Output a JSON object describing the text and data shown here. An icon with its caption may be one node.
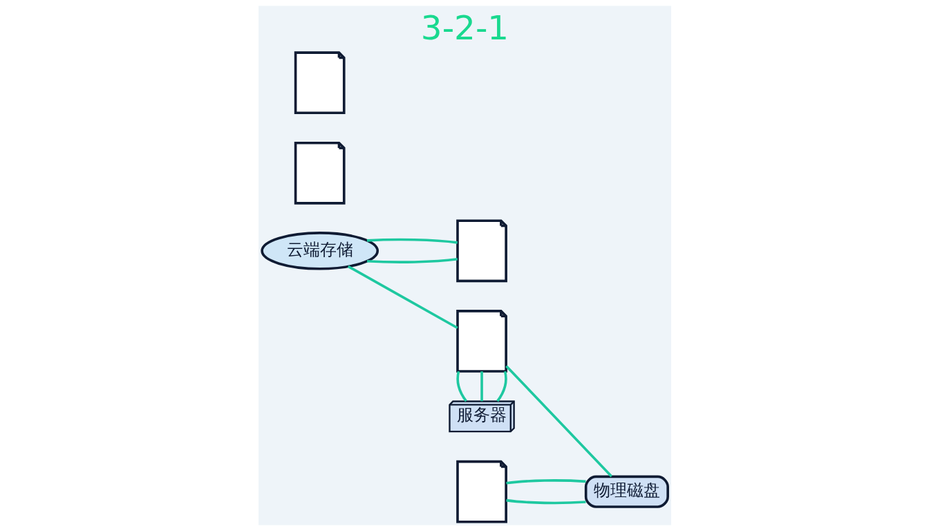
{
  "diagram": {
    "title": "3-2-1",
    "nodes": [
      {
        "text": [
          "云端存储"
        ]
      },
      {
        "text": [],
        "shape": "picture"
      },
      {
        "text": [],
        "shape": "picture"
      },
      {
        "text": [],
        "shape": "picture"
      },
      {
        "text": [
          "物理磁盘"
        ]
      },
      {
        "text": [],
        "shape": "picture"
      },
      {
        "text": [],
        "shape": "picture"
      },
      {
        "text": [
          "服务器"
        ]
      }
    ],
    "edges": [
      {
        "from": 0,
        "to": 1,
        "arrow": "none"
      },
      {
        "from": 0,
        "to": 1,
        "arrow": "none"
      },
      {
        "from": 0,
        "to": 2,
        "arrow": "none"
      },
      {
        "from": 2,
        "to": 4,
        "arrow": "none"
      },
      {
        "from": 3,
        "to": 4,
        "arrow": "none"
      },
      {
        "from": 3,
        "to": 4,
        "arrow": "none"
      },
      {
        "from": 2,
        "to": 7,
        "arrow": "none"
      },
      {
        "from": 2,
        "to": 7,
        "arrow": "none"
      },
      {
        "from": 2,
        "to": 7,
        "arrow": "none"
      }
    ]
  }
}
